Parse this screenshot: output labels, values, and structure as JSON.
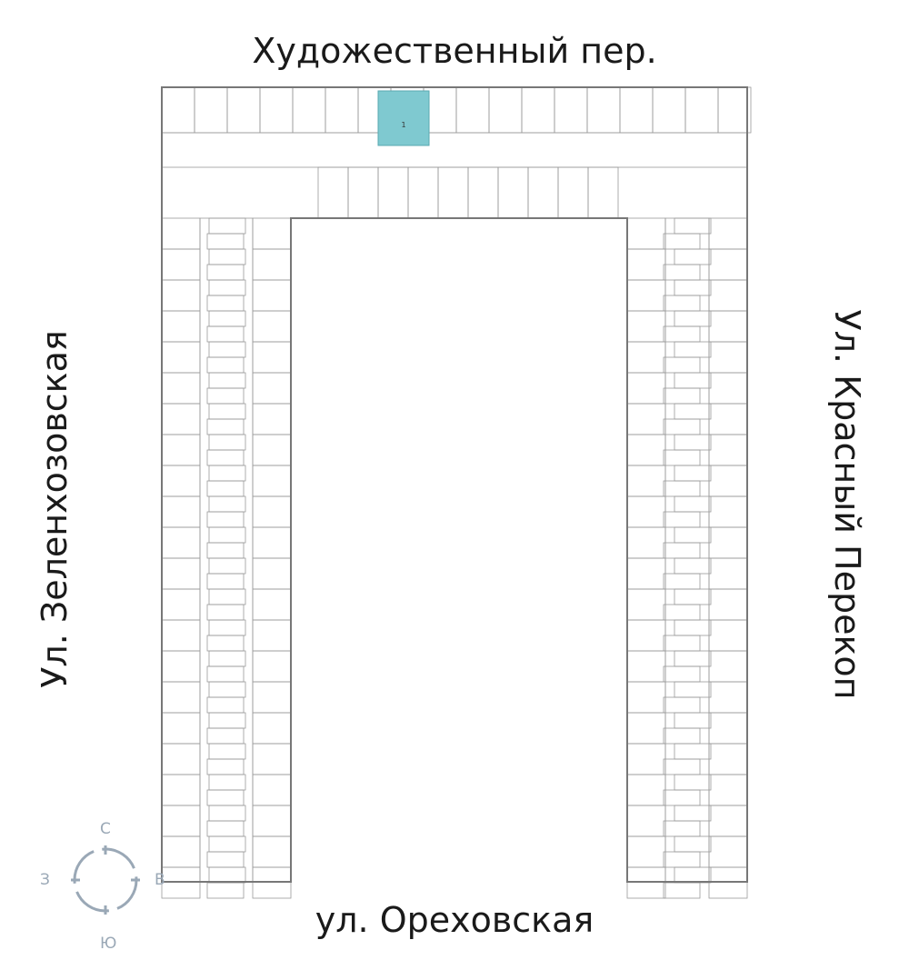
{
  "streets": {
    "north": "Художественный пер.",
    "south": "ул. Ореховская",
    "west": "Ул. Зеленхозовская",
    "east": "Ул. Красный Перекоп"
  },
  "compass": {
    "north": "С",
    "south": "Ю",
    "west": "З",
    "east": "В"
  },
  "highlighted_apartment": {
    "rooms": "1",
    "color": "#7fc9d0"
  },
  "colors": {
    "walls": "#8a8a8a",
    "compass": "#9aa8b6"
  }
}
